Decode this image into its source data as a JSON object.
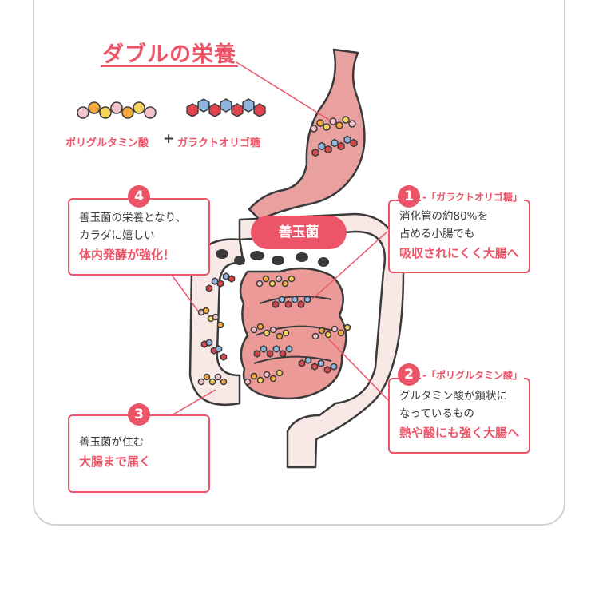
{
  "title": "ダブルの栄養",
  "legend": {
    "item1": "ポリグルタミン酸",
    "plus": "+",
    "item2": "ガラクトオリゴ糖"
  },
  "bubble": "善玉菌",
  "box1": {
    "number": "1",
    "tag": "-「ガラクトオリゴ糖」",
    "line1": "消化管の約80%を",
    "line2": "占める小腸でも",
    "emphasis": "吸収されにくく大腸へ"
  },
  "box2": {
    "number": "2",
    "tag": "-「ポリグルタミン酸」",
    "line1": "グルタミン酸が鎖状に",
    "line2": "なっているもの",
    "emphasis": "熱や酸にも強く大腸へ"
  },
  "box3": {
    "number": "3",
    "line1": "善玉菌が住む",
    "emphasis": "大腸まで届く"
  },
  "box4": {
    "number": "4",
    "line1": "善玉菌の栄養となり、",
    "line2": "カラダに嬉しい",
    "emphasis": "体内発酵が強化！"
  },
  "colors": {
    "accent": "#ec5468",
    "stomach": "#e9a1a0",
    "small_intestine": "#ec9a97",
    "large_intestine": "#f8e8e6",
    "outline": "#3a3a3a",
    "bead_orange": "#f6a83c",
    "bead_yellow": "#f7d35a",
    "bead_pink": "#f3c1c8",
    "hex_red": "#e0454f",
    "hex_blue": "#8fb4de"
  }
}
